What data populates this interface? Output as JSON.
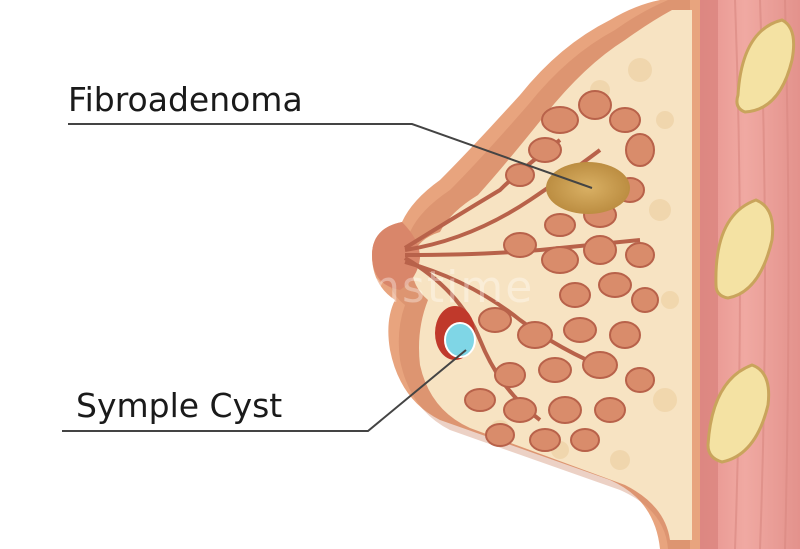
{
  "labels": {
    "fibroadenoma": "Fibroadenoma",
    "cyst": "Symple Cyst"
  },
  "watermark": "dreamstime",
  "colors": {
    "skin": "#e8a47e",
    "skin_dark": "#c97a5a",
    "fat": "#f7e3c2",
    "lobule": "#d98c6b",
    "lobule_dark": "#b8624a",
    "muscle": "#e89a94",
    "rib": "#f3e0a0",
    "fibroadenoma": "#c99a4a",
    "cyst_fluid": "#7fd6e6",
    "cyst_wall": "#c0392b",
    "leader_line": "#444444"
  }
}
